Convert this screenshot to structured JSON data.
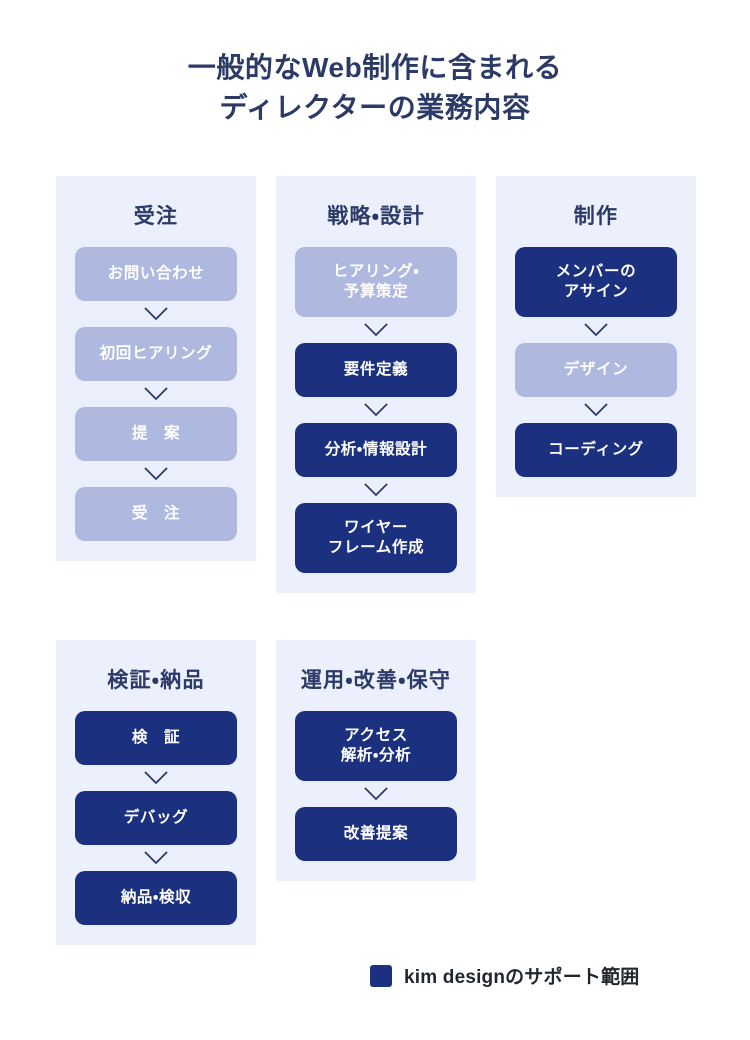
{
  "title": "一般的なWeb制作に含まれる\nディレクターの業務内容",
  "colors": {
    "supported": "#1C3080",
    "unsupported": "#AFB8DE",
    "panel_background": "#EBF0FC",
    "page_background": "#FFFFFF",
    "title_text": "#2B3A67",
    "legend_text": "#22272E"
  },
  "legend": {
    "swatch_color": "#1C3080",
    "label": "kim designのサポート範囲"
  },
  "columns": [
    {
      "title": "受注",
      "steps": [
        {
          "label": "お問い合わせ",
          "supported": false,
          "lines": 1
        },
        {
          "label": "初回ヒアリング",
          "supported": false,
          "lines": 1
        },
        {
          "label": "提　案",
          "supported": false,
          "lines": 1
        },
        {
          "label": "受　注",
          "supported": false,
          "lines": 1
        }
      ]
    },
    {
      "title": "戦略・設計",
      "steps": [
        {
          "label": "ヒアリング・\n予算策定",
          "supported": false,
          "lines": 2
        },
        {
          "label": "要件定義",
          "supported": true,
          "lines": 1
        },
        {
          "label": "分析・情報設計",
          "supported": true,
          "lines": 1
        },
        {
          "label": "ワイヤー\nフレーム作成",
          "supported": true,
          "lines": 2
        }
      ]
    },
    {
      "title": "制作",
      "steps": [
        {
          "label": "メンバーの\nアサイン",
          "supported": true,
          "lines": 2
        },
        {
          "label": "デザイン",
          "supported": false,
          "lines": 1
        },
        {
          "label": "コーディング",
          "supported": true,
          "lines": 1
        }
      ]
    },
    {
      "title": "検証・納品",
      "steps": [
        {
          "label": "検　証",
          "supported": true,
          "lines": 1
        },
        {
          "label": "デバッグ",
          "supported": true,
          "lines": 1
        },
        {
          "label": "納品・検収",
          "supported": true,
          "lines": 1
        }
      ]
    },
    {
      "title": "運用・改善・保守",
      "steps": [
        {
          "label": "アクセス\n解析・分析",
          "supported": true,
          "lines": 2
        },
        {
          "label": "改善提案",
          "supported": true,
          "lines": 1
        }
      ]
    }
  ]
}
